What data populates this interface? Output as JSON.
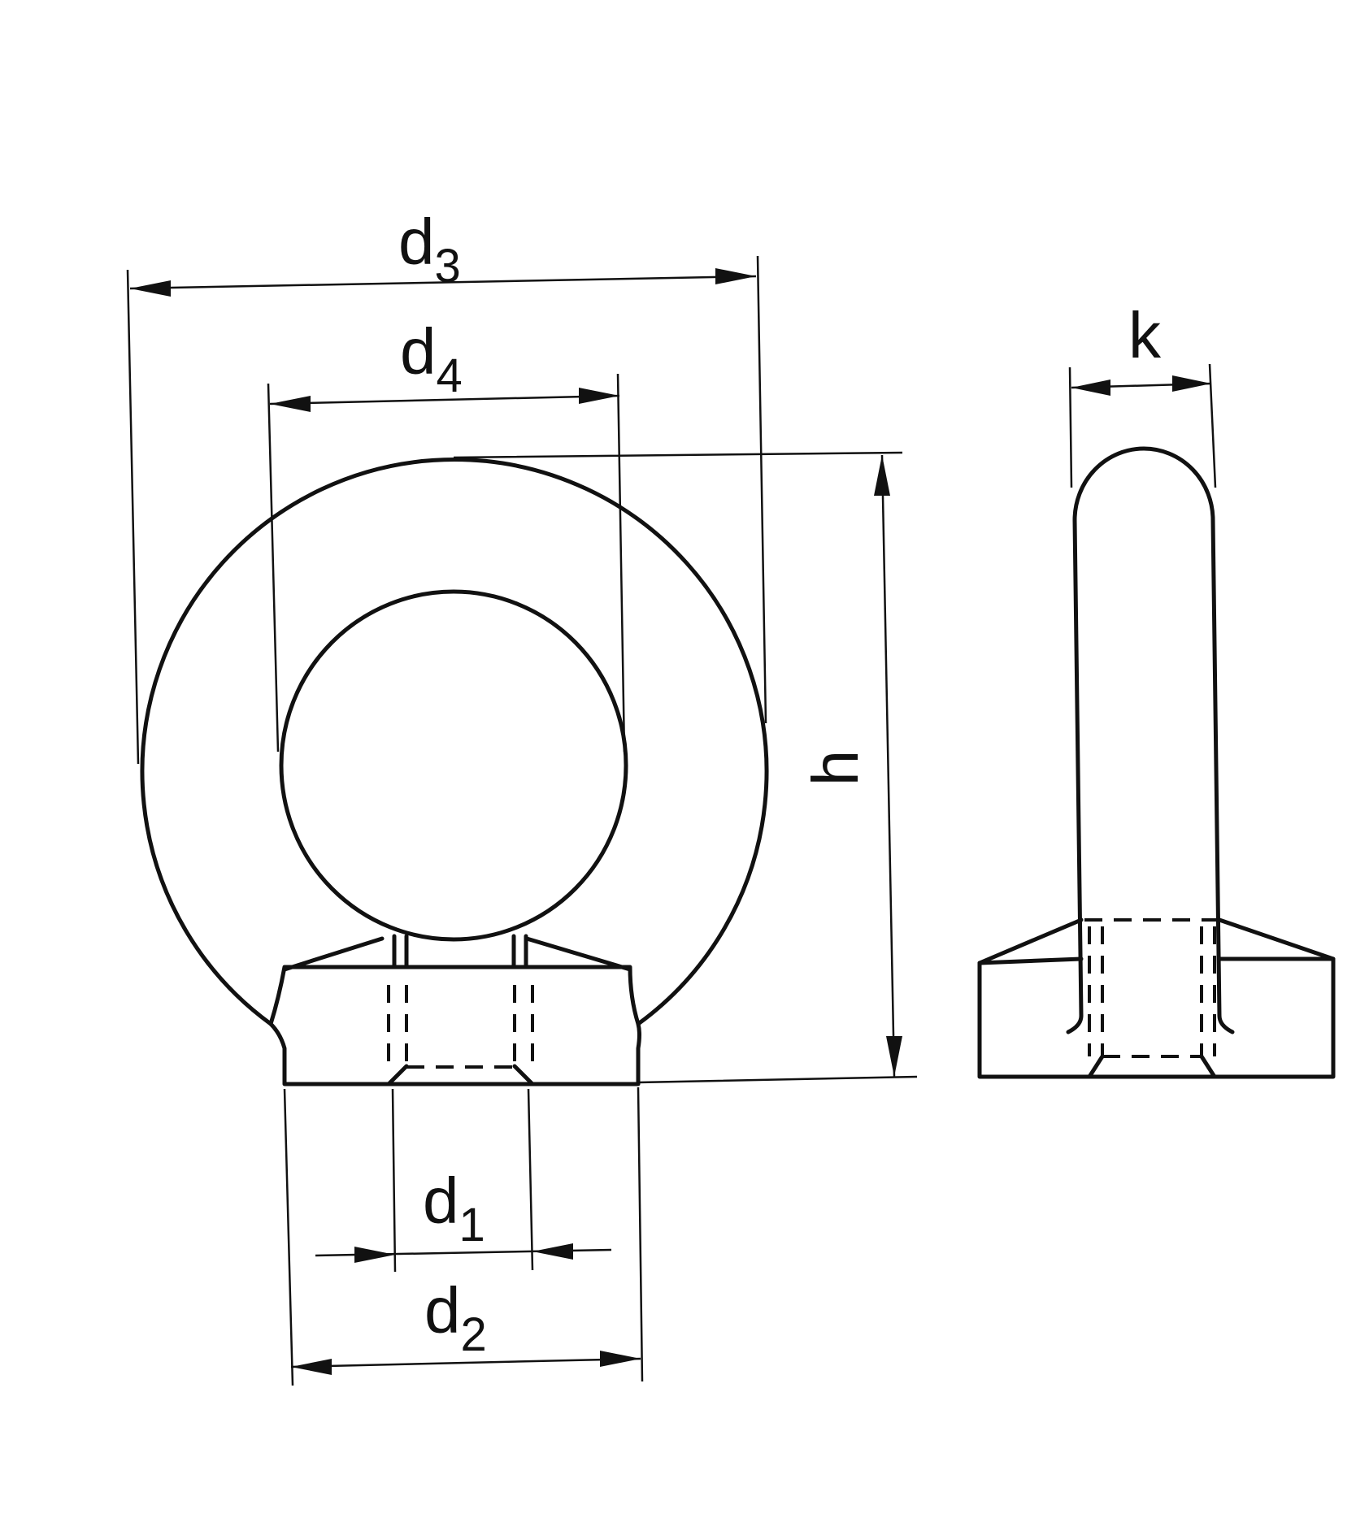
{
  "labels": {
    "d3": {
      "main": "d",
      "sub": "3"
    },
    "d4": {
      "main": "d",
      "sub": "4"
    },
    "d1": {
      "main": "d",
      "sub": "1"
    },
    "d2": {
      "main": "d",
      "sub": "2"
    },
    "h": "h",
    "k": "k"
  },
  "colors": {
    "ink": "#111111",
    "paper": "#ffffff"
  }
}
